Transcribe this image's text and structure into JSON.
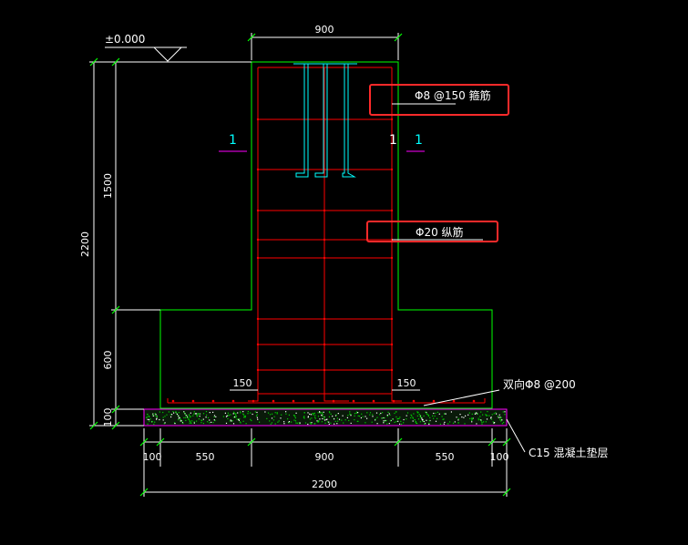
{
  "elevation": {
    "label": "±0.000"
  },
  "dims": {
    "top_width": "900",
    "total_height": "2200",
    "stem_height": "1500",
    "footing_height": "600",
    "pad_height": "100",
    "bottom": [
      "100",
      "550",
      "900",
      "550",
      "100"
    ],
    "total_width": "2200",
    "cover_left": "150",
    "cover_right": "150"
  },
  "section_marks": [
    "1",
    "1",
    "1"
  ],
  "annotations": {
    "stirrup": "Φ8 @150 箍筋",
    "longitudinal": "Φ20 纵筋",
    "mesh": "双向Φ8 @200",
    "pad": "C15 混凝土垫层"
  },
  "colors": {
    "concrete_outline": "#00ff00",
    "rebar": "#ff0000",
    "dimension": "#ffffff",
    "dim_tick": "#00ff00",
    "section_mark": "#00ffff",
    "section_underline": "#ff00ff",
    "highlight_box": "#ff2a2a",
    "pad_hatch": "#00cc00",
    "pad_outline": "#ff00ff"
  }
}
